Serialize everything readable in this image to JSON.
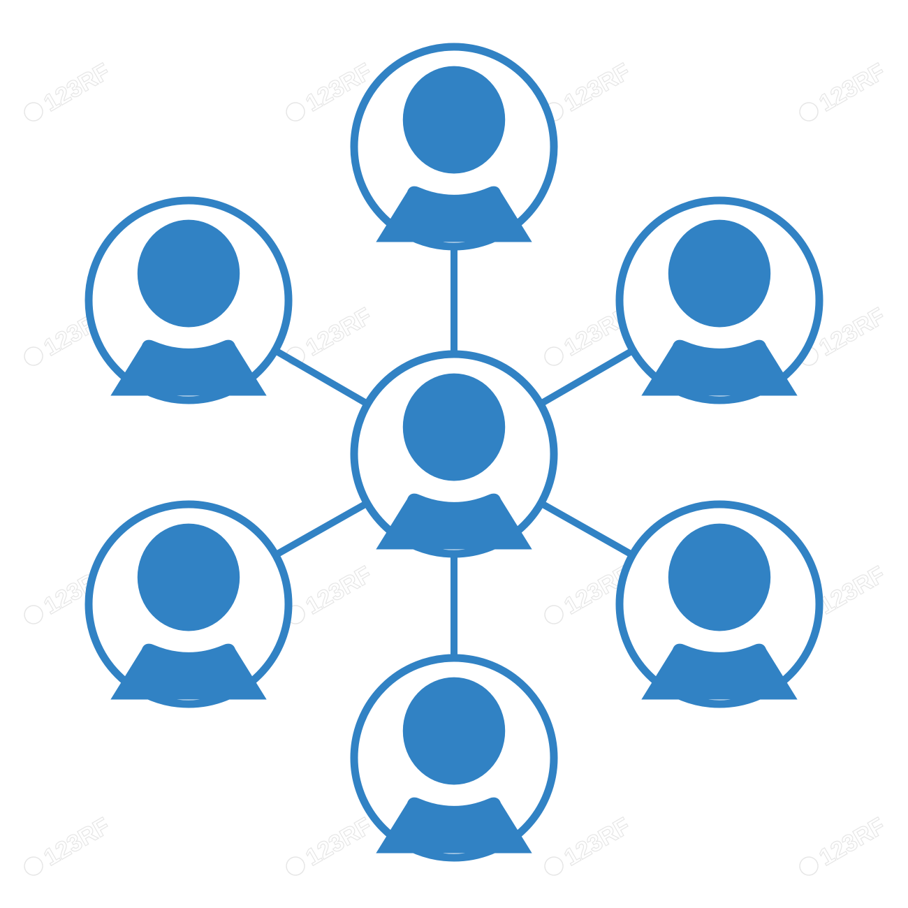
{
  "diagram": {
    "type": "hub-and-spoke network",
    "accent_color": "#3182c4",
    "background_color": "#ffffff",
    "hub": {
      "icon": "user-icon"
    },
    "nodes": [
      {
        "id": "top",
        "icon": "user-icon"
      },
      {
        "id": "upper-left",
        "icon": "user-icon"
      },
      {
        "id": "upper-right",
        "icon": "user-icon"
      },
      {
        "id": "lower-left",
        "icon": "user-icon"
      },
      {
        "id": "lower-right",
        "icon": "user-icon"
      },
      {
        "id": "bottom",
        "icon": "user-icon"
      }
    ]
  },
  "watermark": {
    "text": "123RF",
    "color": "#e6e6e6"
  }
}
